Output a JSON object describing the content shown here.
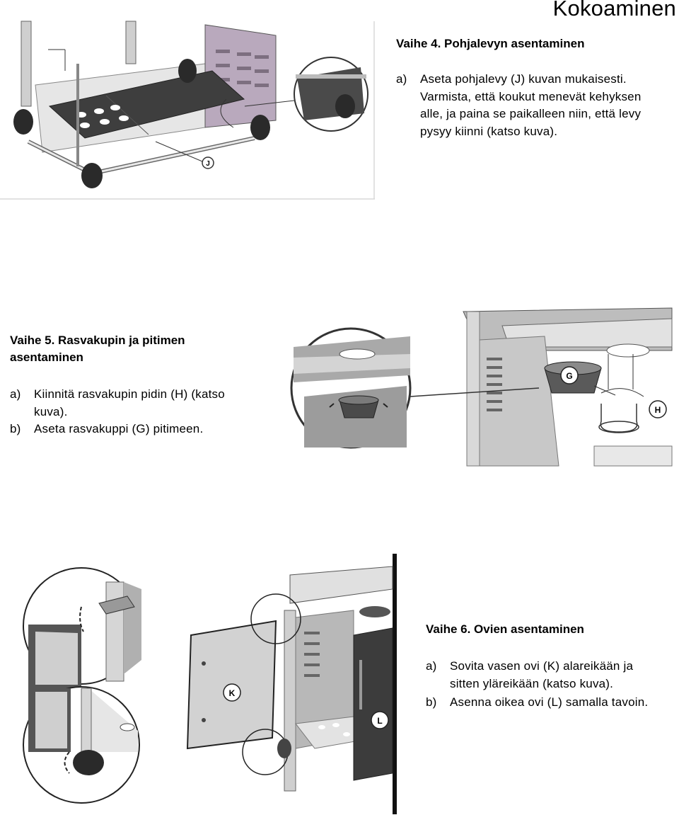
{
  "header": {
    "title": "Kokoaminen"
  },
  "step4": {
    "heading": "Vaihe 4. Pohjalevyn asentaminen",
    "items": [
      {
        "label": "a)",
        "text": "Aseta pohjalevy (J) kuvan mukaisesti. Varmista, että koukut menevät kehyksen alle, ja paina se paikalleen niin, että levy pysyy kiinni (katso kuva)."
      }
    ],
    "callout": "J"
  },
  "step5": {
    "heading": "Vaihe 5. Rasvakupin ja pitimen asentaminen",
    "items": [
      {
        "label": "a)",
        "text": "Kiinnitä rasvakupin pidin (H) (katso kuva)."
      },
      {
        "label": "b)",
        "text": "Aseta rasvakuppi (G) pitimeen."
      }
    ],
    "callouts": [
      "G",
      "H"
    ]
  },
  "step6": {
    "heading": "Vaihe 6. Ovien asentaminen",
    "items": [
      {
        "label": "a)",
        "text": "Sovita vasen ovi (K) alareikään ja sitten yläreikään (katso kuva)."
      },
      {
        "label": "b)",
        "text": "Asenna oikea ovi (L) samalla tavoin."
      }
    ],
    "callouts": [
      "K",
      "L"
    ]
  }
}
